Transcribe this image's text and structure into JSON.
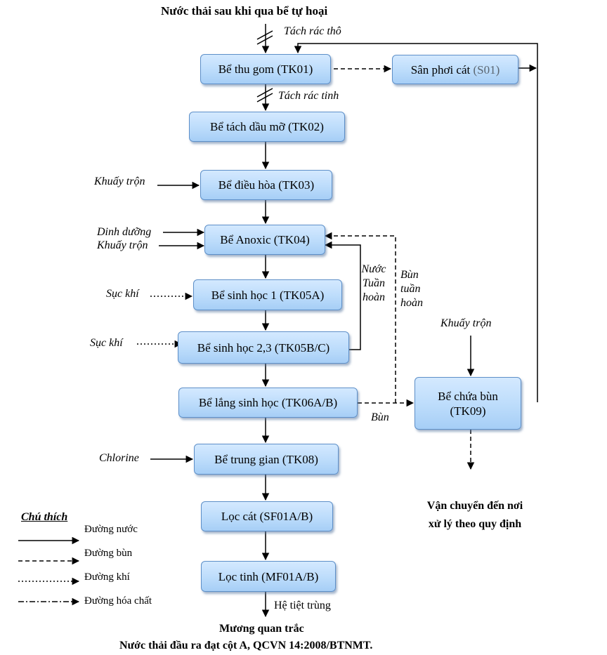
{
  "title_top": "Nước thải sau khi qua bể tự hoại",
  "boxes": {
    "tk01": "Bể thu gom (TK01)",
    "s01_main": "Sân phơi cát",
    "s01_code": "(S01)",
    "tk02": "Bể tách dầu mỡ (TK02)",
    "tk03": "Bể điều hòa (TK03)",
    "tk04": "Bể Anoxic (TK04)",
    "tk05a": "Bể sinh học 1 (TK05A)",
    "tk05bc": "Bể sinh học 2,3 (TK05B/C)",
    "tk06": "Bể lắng sinh học (TK06A/B)",
    "tk09_line1": "Bể chứa bùn",
    "tk09_line2": "(TK09)",
    "tk08": "Bể trung gian (TK08)",
    "sf01": "Lọc cát (SF01A/B)",
    "mf01": "Lọc tinh (MF01A/B)"
  },
  "labels": {
    "tach_rac_tho": "Tách rác thô",
    "tach_rac_tinh": "Tách rác tinh",
    "khuay_tron": "Khuấy trộn",
    "dinh_duong": "Dinh dưỡng",
    "suc_khi": "Sục khí",
    "nuoc_tuan_hoan": [
      "Nước",
      "Tuần",
      "hoàn"
    ],
    "bun_tuan_hoan": [
      "Bùn",
      "tuần",
      "hoàn"
    ],
    "bun": "Bùn",
    "chlorine": "Chlorine",
    "he_tiet_trung": "Hệ tiệt trùng",
    "van_chuyen_1": "Vận chuyển đến nơi",
    "van_chuyen_2": "xử lý theo quy định"
  },
  "bottom": {
    "line1": "Mương quan trắc",
    "line2": "Nước thải đầu ra đạt cột A, QCVN 14:2008/BTNMT."
  },
  "legend": {
    "title": "Chú thích",
    "items": [
      "Đường nước",
      "Đường bùn",
      "Đường khí",
      "Đường hóa chất"
    ]
  }
}
